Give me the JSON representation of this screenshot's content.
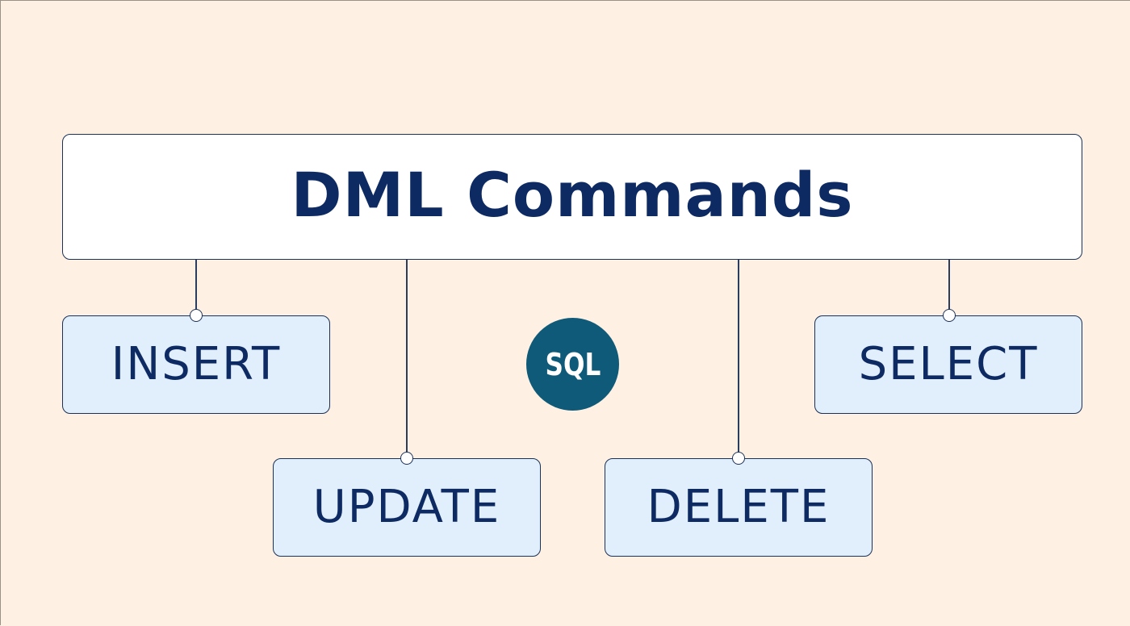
{
  "diagram": {
    "title": "DML Commands",
    "badge": {
      "label": "SQL",
      "icon": "sql-badge-icon",
      "color": "#0f5a78"
    },
    "commands": [
      {
        "label": "INSERT"
      },
      {
        "label": "UPDATE"
      },
      {
        "label": "DELETE"
      },
      {
        "label": "SELECT"
      }
    ],
    "colors": {
      "background": "#fef1e4",
      "title_box_fill": "#ffffff",
      "command_box_fill": "#e1eefb",
      "border": "#1b3157",
      "text": "#0d2a63"
    }
  }
}
